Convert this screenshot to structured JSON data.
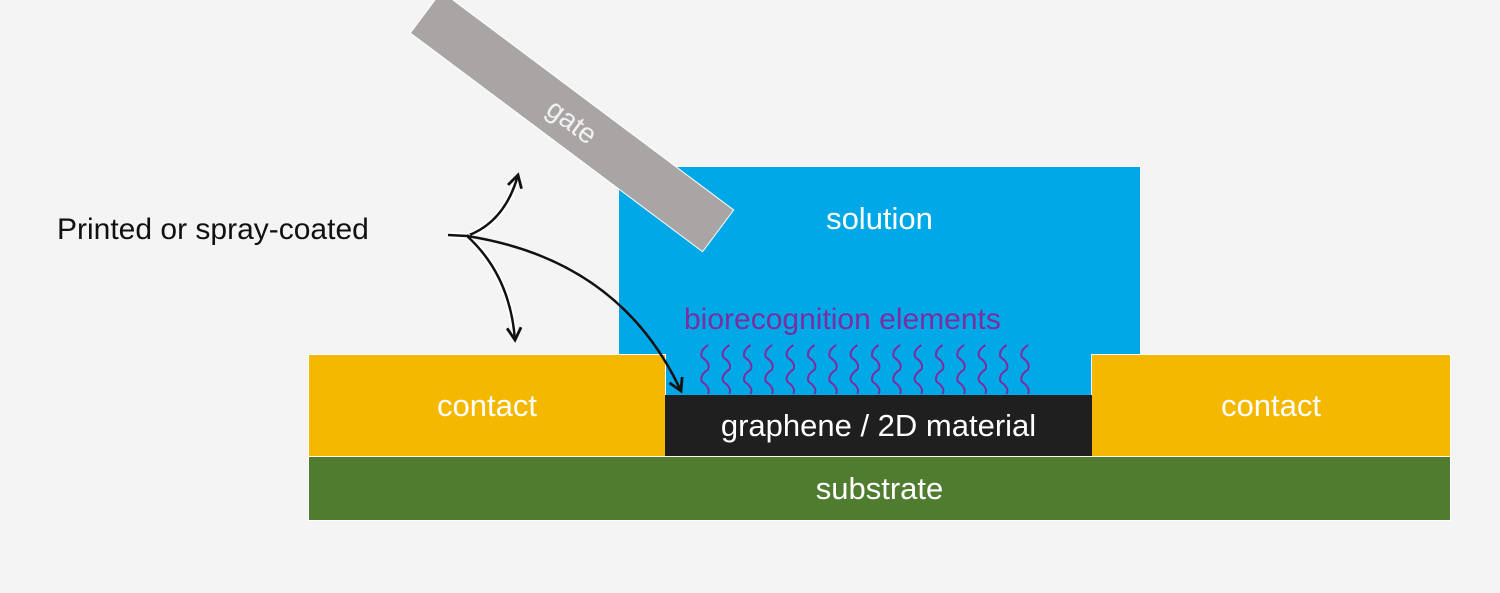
{
  "diagram": {
    "annotation": "Printed or spray-coated",
    "gate": {
      "label": "gate",
      "color": "#a9a5a5"
    },
    "solution": {
      "label": "solution",
      "color": "#00a8e8"
    },
    "biorecognition": {
      "label": "biorecognition elements",
      "color": "#7a2fa0",
      "count": 16
    },
    "contact_left": {
      "label": "contact",
      "color": "#f5b800"
    },
    "contact_right": {
      "label": "contact",
      "color": "#f5b800"
    },
    "channel": {
      "label": "graphene / 2D material",
      "color": "#1f1f1f"
    },
    "substrate": {
      "label": "substrate",
      "color": "#4f7c2f"
    },
    "arrows": [
      {
        "from": "annotation",
        "to": "gate"
      },
      {
        "from": "annotation",
        "to": "contact"
      },
      {
        "from": "annotation",
        "to": "graphene / 2D material"
      }
    ]
  }
}
